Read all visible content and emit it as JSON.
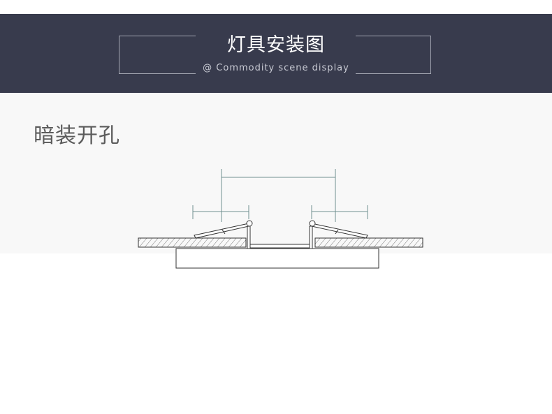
{
  "banner": {
    "title": "灯具安装图",
    "subtitle": "@ Commodity scene display",
    "background": "#383b4d"
  },
  "section": {
    "title": "暗装开孔"
  },
  "diagram": {
    "type": "recessed-downlight-installation",
    "dimension_lines": [
      "cutout-width",
      "left-spring-clip-span",
      "right-spring-clip-span"
    ]
  }
}
